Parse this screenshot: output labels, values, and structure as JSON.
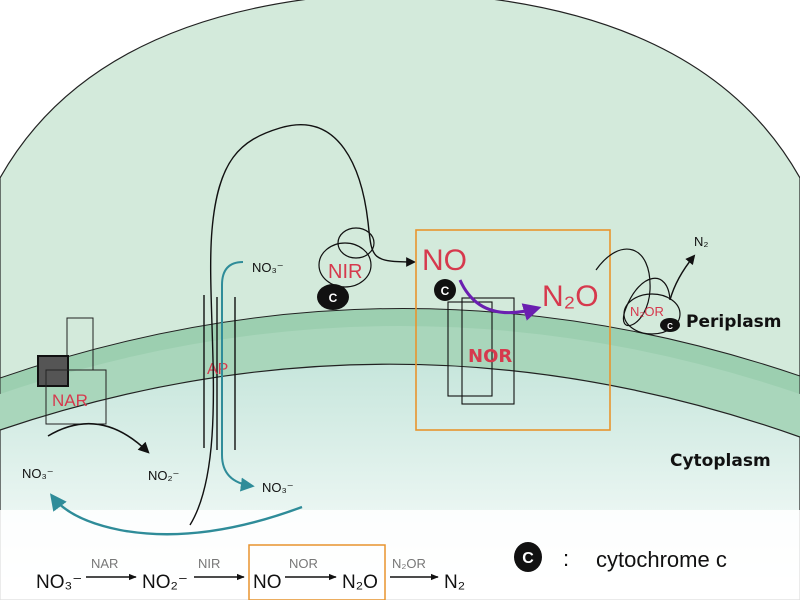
{
  "compartments": {
    "periplasm": "Periplasm",
    "cytoplasm": "Cytoplasm"
  },
  "enzymes": {
    "nar": "NAR",
    "nir": "NIR",
    "nor": "NOR",
    "n2or": "N₂OR",
    "ap": "AP",
    "cyt_c_symbol": "C"
  },
  "species": {
    "no3_left": "NO₃⁻",
    "no2": "NO₂⁻",
    "no3_inner_right": "NO₃⁻",
    "no3_periplasm": "NO₃⁻",
    "no_big": "NO",
    "n2o_big": "N₂O",
    "n2": "N₂"
  },
  "pathway": {
    "s1": "NO₃⁻",
    "e1": "NAR",
    "s2": "NO₂⁻",
    "e2": "NIR",
    "s3": "NO",
    "e3": "NOR",
    "s4": "N₂O",
    "e4": "N₂OR",
    "s5": "N₂"
  },
  "legend": {
    "symbol": "C",
    "separator": ":",
    "text": "cytochrome c"
  },
  "colors": {
    "periplasm_fill": "#d3eadb",
    "membrane_fill": "#9ccfb0",
    "cytoplasm_fill": "#e6f3ef",
    "enzyme_label": "#d6394d",
    "transport_arrow": "#2f8c99",
    "nor_arrow": "#6a1fb0",
    "highlight_box": "#e8942e"
  }
}
